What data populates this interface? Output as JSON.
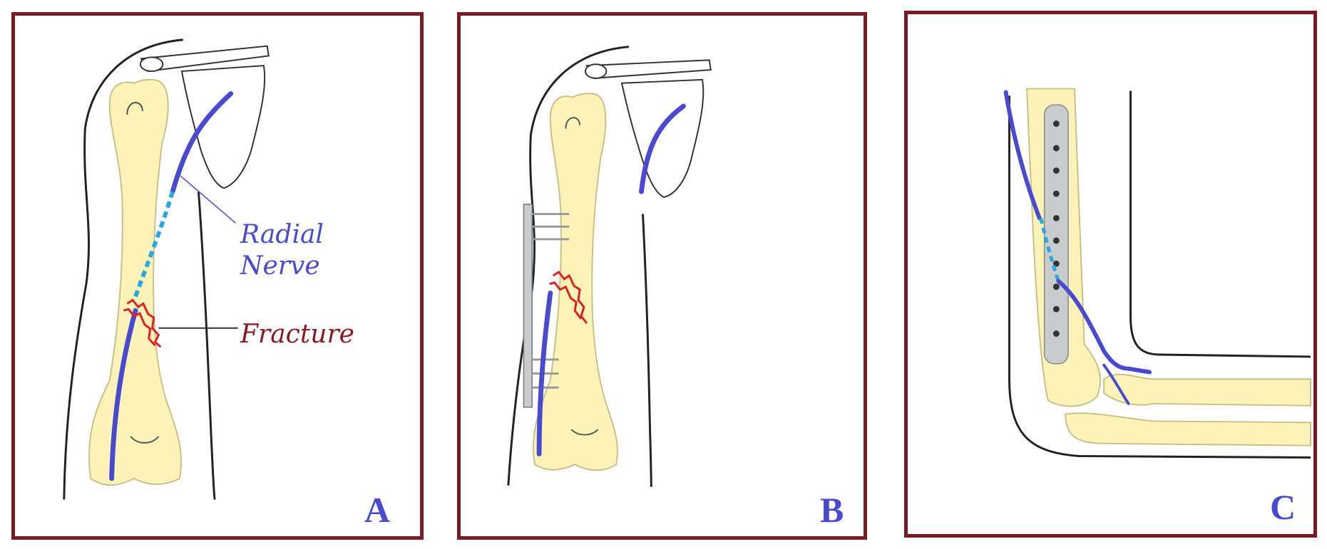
{
  "panels": [
    {
      "letter": "A",
      "labels": {
        "nerve_line1": "Radial",
        "nerve_line2": "Nerve",
        "fracture": "Fracture"
      }
    },
    {
      "letter": "B"
    },
    {
      "letter": "C"
    }
  ],
  "colors": {
    "border": "#7a1a22",
    "bone": "#fbf3b8",
    "nerve": "#4a4ad0",
    "nerve_dashed": "#29a7e0",
    "fracture": "#e02020",
    "fixator": "#c9cbcc",
    "label_nerve": "#4a4ad0",
    "label_fracture": "#8a1a22"
  }
}
